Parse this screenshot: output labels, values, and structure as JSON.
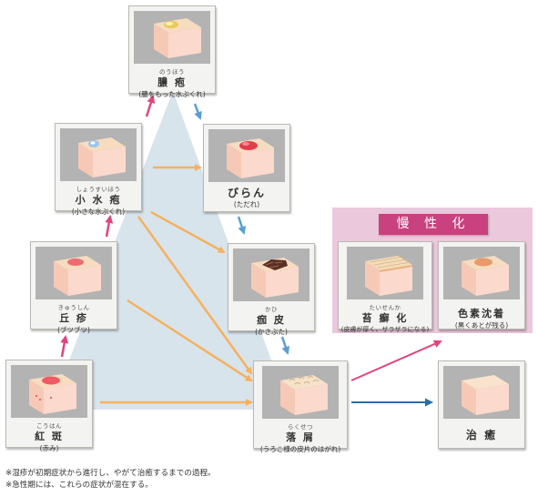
{
  "nodes": {
    "noho": {
      "ruby": "のうほう",
      "name": "膿 疱",
      "desc": "(膿をもった水ぶくれ)"
    },
    "biran": {
      "ruby": "",
      "name": "びらん",
      "desc": "(ただれ)"
    },
    "shosuiho": {
      "ruby": "しょうすいほう",
      "name": "小 水 疱",
      "desc": "(小さな水ぶくれ)"
    },
    "kyushin": {
      "ruby": "きゅうしん",
      "name": "丘 疹",
      "desc": "(ブツブツ)"
    },
    "kahi": {
      "ruby": "かひ",
      "name": "痂 皮",
      "desc": "(かさぶた)"
    },
    "kohan": {
      "ruby": "こうはん",
      "name": "紅 斑",
      "desc": "(赤み)"
    },
    "rakusetsu": {
      "ruby": "らくせつ",
      "name": "落 屑",
      "desc": "(うろこ様の皮片のはがれ)"
    },
    "taisenka": {
      "ruby": "たいせんか",
      "name": "苔 癬 化",
      "desc": "(皮膚が厚く、ザラザラになる)"
    },
    "shikiso": {
      "ruby": "",
      "name": "色素沈着",
      "desc": "(黒くあとが残る)"
    },
    "chiyu": {
      "ruby": "",
      "name": "治 癒",
      "desc": ""
    }
  },
  "chronic_label": "慢 性 化",
  "notes": [
    "※湿疹が初期症状から進行し、やがて治癒するまでの過程。",
    "※急性期には、これらの症状が混在する。"
  ],
  "colors": {
    "forward_arrow": "#f5b15e",
    "pink_arrow": "#e0457d",
    "blue_arrow": "#5a9fd0",
    "dark_blue_arrow": "#2a6ea6",
    "chronic_bg": "#ebc8dc",
    "chronic_label_bg": "#c9417e",
    "triangle_bg": "#d8e4ec"
  }
}
